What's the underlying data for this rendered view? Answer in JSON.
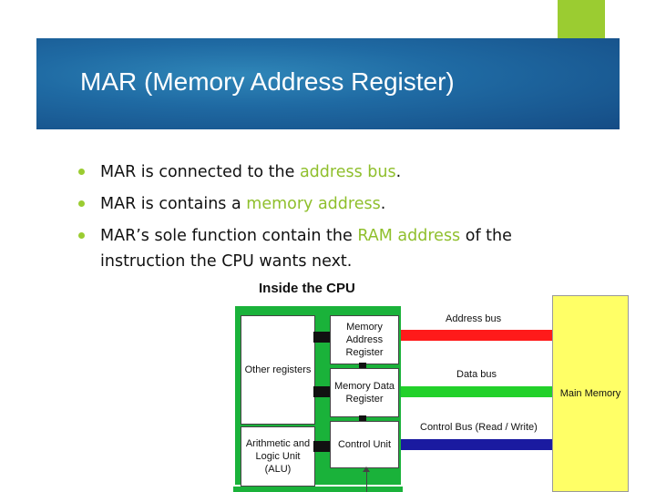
{
  "slide": {
    "title": "MAR (Memory Address Register)",
    "bullets": [
      {
        "parts": [
          {
            "text": "MAR is connected to the ",
            "hl": false
          },
          {
            "text": "address bus",
            "hl": true
          },
          {
            "text": ".",
            "hl": false
          }
        ]
      },
      {
        "parts": [
          {
            "text": "MAR is contains a ",
            "hl": false
          },
          {
            "text": "memory address",
            "hl": true
          },
          {
            "text": ".",
            "hl": false
          }
        ]
      },
      {
        "parts": [
          {
            "text": "MAR’s sole function contain the ",
            "hl": false
          },
          {
            "text": "RAM address",
            "hl": true
          },
          {
            "text": " of the instruction the CPU wants next.",
            "hl": false
          }
        ]
      }
    ]
  },
  "diagram": {
    "title": "Inside the CPU",
    "other_registers": "Other registers",
    "mar": "Memory Address Register",
    "mdr": "Memory Data Register",
    "alu": "Arithmetic and Logic Unit (ALU)",
    "control_unit": "Control Unit",
    "address_bus": "Address bus",
    "data_bus": "Data bus",
    "control_bus": "Control Bus (Read / Write)",
    "main_memory": "Main Memory",
    "colors": {
      "cpu_green": "#1ab23a",
      "address_bus": "#ff1a1a",
      "data_bus": "#22d12a",
      "control_bus": "#1a1aa0",
      "memory": "#ffff66",
      "accent": "#9bcc31"
    }
  }
}
